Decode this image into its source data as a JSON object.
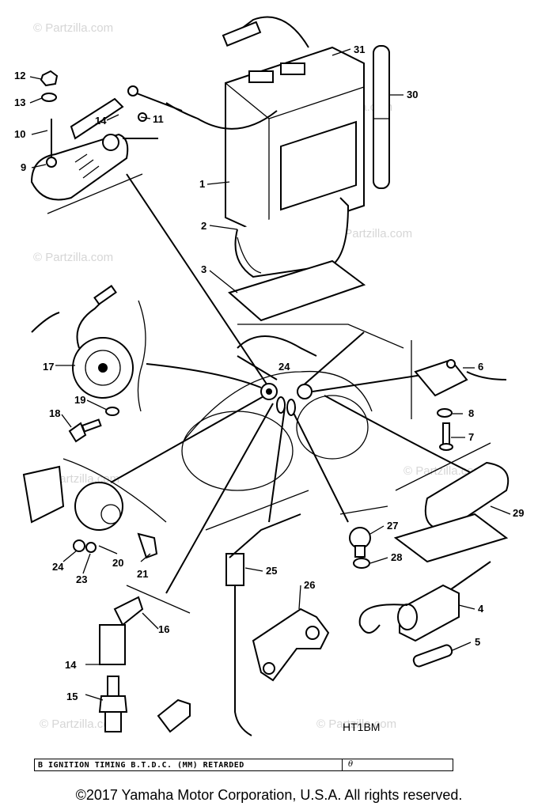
{
  "watermark": "© Partzilla.com",
  "callouts": {
    "c1": "1",
    "c2": "2",
    "c3": "3",
    "c4": "4",
    "c5": "5",
    "c6": "6",
    "c7": "7",
    "c8": "8",
    "c9": "9",
    "c10": "10",
    "c11": "11",
    "c12": "12",
    "c13": "13",
    "c14a": "14",
    "c14b": "14",
    "c15": "15",
    "c16": "16",
    "c17": "17",
    "c18": "18",
    "c19": "19",
    "c20": "20",
    "c21": "21",
    "c23": "23",
    "c24a": "24",
    "c24b": "24",
    "c25": "25",
    "c26": "26",
    "c27": "27",
    "c28": "28",
    "c29": "29",
    "c30": "30",
    "c31": "31"
  },
  "model_code": "HT1BM",
  "timing_row": {
    "label": "B  IGNITION TIMING B.T.D.C. (MM) RETARDED",
    "value": "θ"
  },
  "copyright": "©2017 Yamaha Motor Corporation, U.S.A. All rights reserved."
}
